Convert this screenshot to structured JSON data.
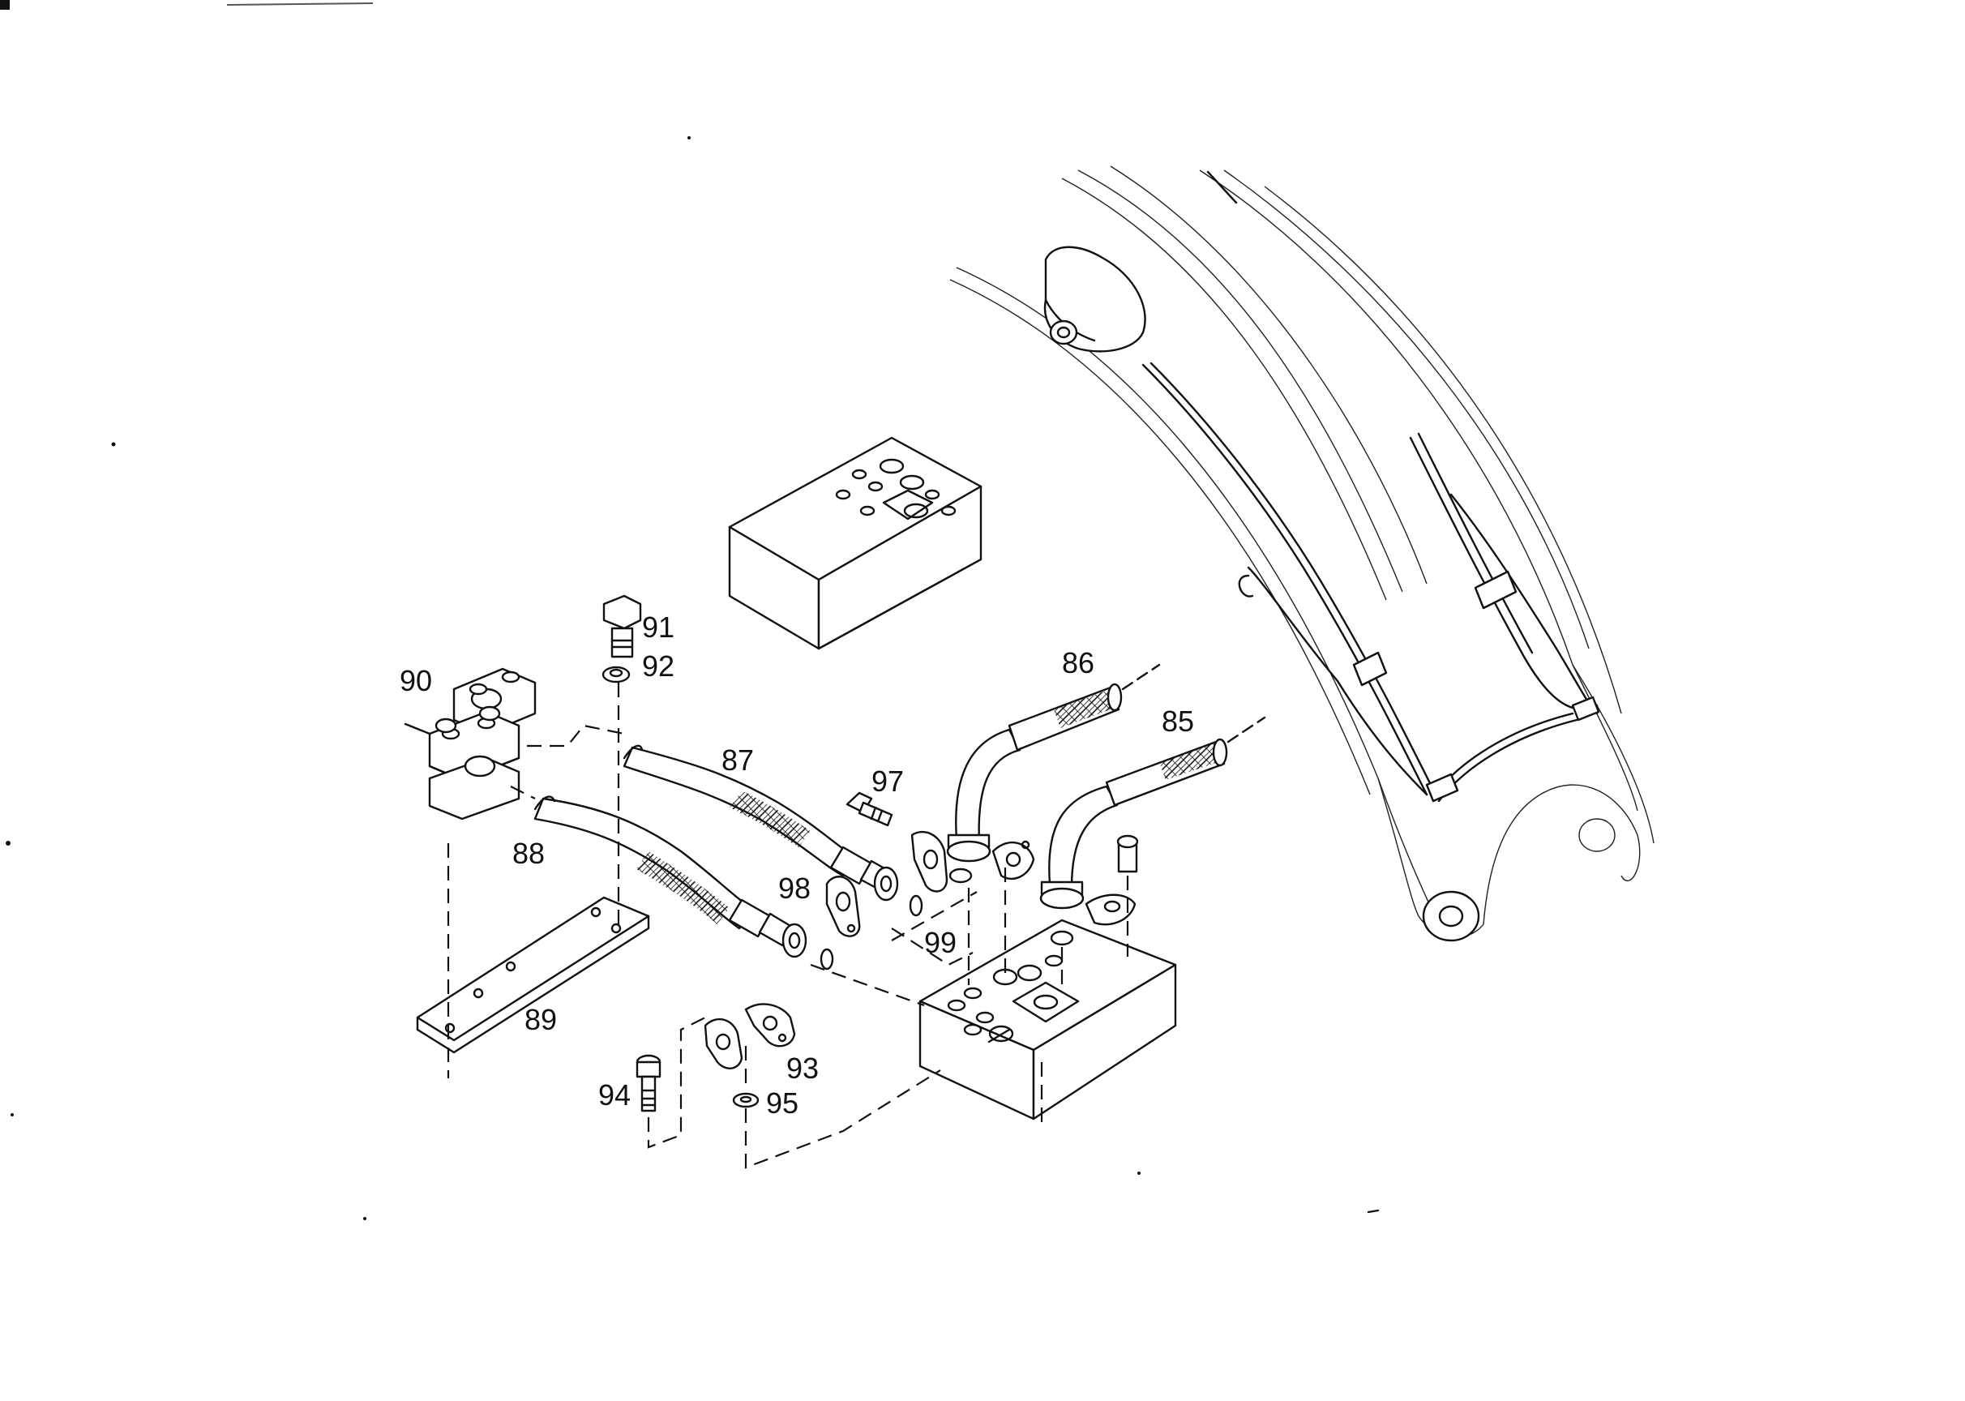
{
  "diagram": {
    "callouts": [
      {
        "id": "85",
        "text": "85"
      },
      {
        "id": "86",
        "text": "86"
      },
      {
        "id": "87",
        "text": "87"
      },
      {
        "id": "88",
        "text": "88"
      },
      {
        "id": "89",
        "text": "89"
      },
      {
        "id": "90",
        "text": "90"
      },
      {
        "id": "91",
        "text": "91"
      },
      {
        "id": "92",
        "text": "92"
      },
      {
        "id": "93",
        "text": "93"
      },
      {
        "id": "94",
        "text": "94"
      },
      {
        "id": "95",
        "text": "95"
      },
      {
        "id": "97",
        "text": "97"
      },
      {
        "id": "98",
        "text": "98"
      },
      {
        "id": "99",
        "text": "99"
      }
    ]
  }
}
